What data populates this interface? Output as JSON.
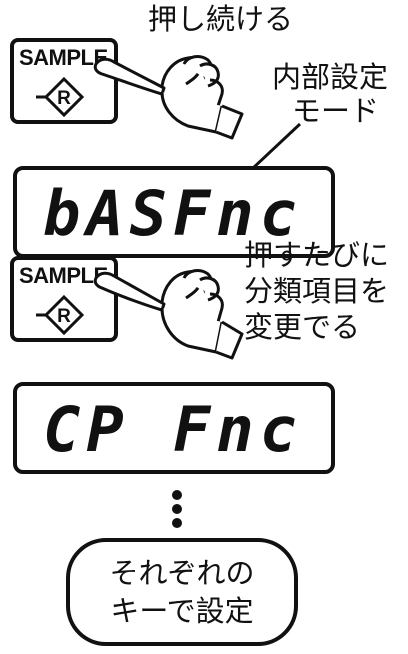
{
  "step1": {
    "caption": "押し続ける",
    "key_label": "SAMPLE",
    "key_symbol": "R",
    "annotation_line1": "内部設定",
    "annotation_line2": "モード",
    "display_text": "bASFnc"
  },
  "step2": {
    "key_label": "SAMPLE",
    "key_symbol": "R",
    "caption_line1": "押すたびに",
    "caption_line2": "分類項目を",
    "caption_line3": "変更でる",
    "display_text": "CP Fnc"
  },
  "final": {
    "line1": "それぞれの",
    "line2": "キーで設定"
  },
  "colors": {
    "ink": "#111111",
    "background": "#ffffff"
  },
  "icons": [
    "pointing-hand-icon",
    "diamond-r-key-icon",
    "arrow-icon",
    "continuation-dot"
  ]
}
